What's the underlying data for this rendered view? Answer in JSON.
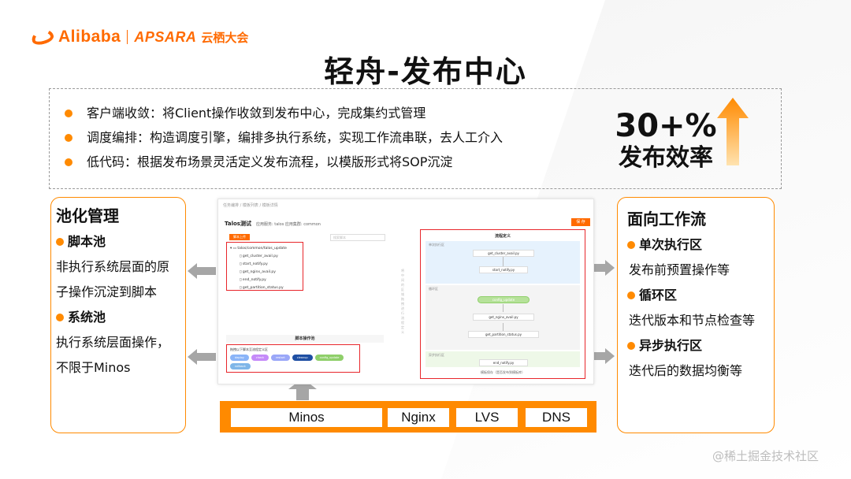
{
  "logo": {
    "brand": "Alibaba",
    "product": "APSARA",
    "event": "云栖大会"
  },
  "title": "轻舟-发布中心",
  "bullets": [
    "客户端收敛：将Client操作收敛到发布中心，完成集约式管理",
    "调度编排：构造调度引擎，编排多执行系统，实现工作流串联，去人工介入",
    "低代码：根据发布场景灵活定义发布流程，以模版形式将SOP沉淀"
  ],
  "stat": {
    "value": "30+%",
    "label": "发布效率"
  },
  "left_panel": {
    "title": "池化管理",
    "sections": [
      {
        "heading": "脚本池",
        "lines": [
          "非执行系统层面的原",
          "子操作沉淀到脚本"
        ]
      },
      {
        "heading": "系统池",
        "lines": [
          "执行系统层面操作，",
          "不限于Minos"
        ]
      }
    ]
  },
  "right_panel": {
    "title": "面向工作流",
    "sections": [
      {
        "heading": "单次执行区",
        "lines": [
          "发布前预置操作等"
        ]
      },
      {
        "heading": "循环区",
        "lines": [
          "迭代版本和节点检查等"
        ]
      },
      {
        "heading": "异步执行区",
        "lines": [
          "迭代后的数据均衡等"
        ]
      }
    ]
  },
  "screenshot": {
    "breadcrumb": "任务编排  /  模板列表  /  模板详情",
    "app_title": "Talos测试",
    "meta": "应用服务: talos  应用集群: common",
    "top_button": "保 存",
    "upload_button": "脚本上传",
    "search_placeholder": "搜索脚本",
    "tree_root": "talos/common/talos_update",
    "tree_files": [
      "get_cluster_avail.py",
      "start_notify.py",
      "get_nginx_avail.py",
      "end_notify.py",
      "get_partition_status.py"
    ],
    "pool_title": "脚本操作池",
    "pool_hint": "拖拽以下脚本至流程定义区",
    "chips": [
      {
        "label": "deploy",
        "color": "#8ab4f8"
      },
      {
        "label": "check",
        "color": "#c58af9"
      },
      {
        "label": "restart",
        "color": "#9aa7f8"
      },
      {
        "label": "cleanup",
        "color": "#1f4fa3"
      },
      {
        "label": "config_update",
        "color": "#8fcf6a"
      },
      {
        "label": "rollback",
        "color": "#7fb6e8"
      }
    ],
    "vertical_text": "将中间的区域拖拽进行流程定义",
    "flow_title": "流程定义",
    "zones": [
      {
        "label": "单次执行区",
        "color": "#e6f2fd"
      },
      {
        "label": "循环区",
        "color": "#f4f4f4"
      },
      {
        "label": "异步执行区",
        "color": "#eef8e8"
      }
    ],
    "flow_nodes": [
      "get_cluster_avail.py",
      "start_notify.py",
      "config_update",
      "get_nginx_avail.py",
      "get_partition_status.py",
      "end_notify.py"
    ],
    "flow_footer": "模板保存（是否发布到模板库）"
  },
  "middleware": [
    "Minos",
    "Nginx",
    "LVS",
    "DNS"
  ],
  "watermark": "@稀土掘金技术社区",
  "colors": {
    "accent": "#ff8a00",
    "highlight": "#e8262b",
    "arrow_gray": "#a6a6a6"
  }
}
